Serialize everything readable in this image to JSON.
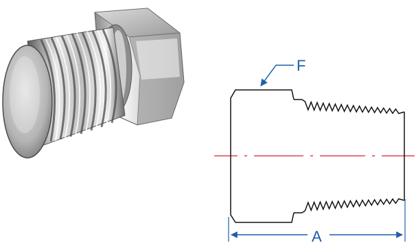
{
  "diagram": {
    "labels": {
      "flat": "F",
      "length": "A"
    },
    "colors": {
      "dimension": "#1f5fa8",
      "centerline": "#d8242b",
      "outline": "#111111",
      "metal_light": "#eeeeee",
      "metal_mid": "#b9b9b9",
      "metal_dark": "#4a4a4a"
    },
    "photo": {
      "subject": "hex-head-threaded-plug-photo"
    }
  }
}
